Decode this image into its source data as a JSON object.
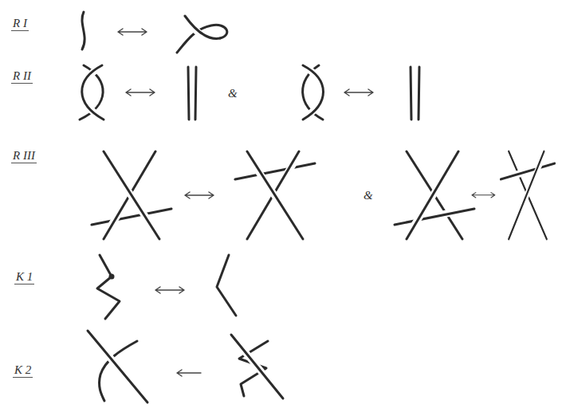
{
  "diagram": {
    "labels": [
      "R I",
      "R II",
      "&",
      "R III",
      "&",
      "K 1",
      "K 2"
    ]
  }
}
